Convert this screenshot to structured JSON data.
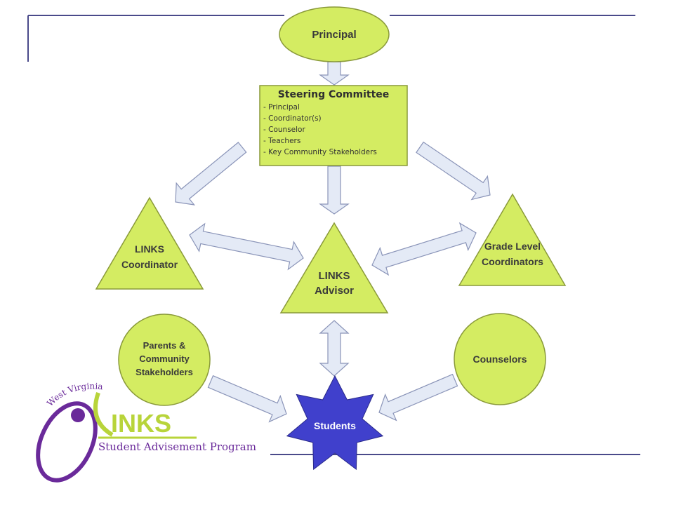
{
  "colors": {
    "node_fill": "#d4ec62",
    "node_stroke": "#8a9a3a",
    "arrow_fill": "#e4eaf6",
    "arrow_stroke": "#8a94b8",
    "students_fill": "#4040cc",
    "frame_line": "#4a4a8a",
    "logo_purple": "#6a2a9a",
    "logo_green": "#b8d43a"
  },
  "nodes": {
    "principal": "Principal",
    "steering": {
      "title": "Steering Committee",
      "items": [
        "- Principal",
        "- Coordinator(s)",
        "- Counselor",
        "- Teachers",
        "- Key Community Stakeholders"
      ]
    },
    "links_coordinator": [
      "LINKS",
      "Coordinator"
    ],
    "links_advisor": [
      "LINKS",
      "Advisor"
    ],
    "grade_level": [
      "Grade Level",
      "Coordinators"
    ],
    "parents": [
      "Parents &",
      "Community",
      "Stakeholders"
    ],
    "counselors": "Counselors",
    "students": "Students"
  },
  "logo": {
    "arc_text": "West Virginia",
    "brand": "INKS",
    "tagline": "Student Advisement Program"
  }
}
